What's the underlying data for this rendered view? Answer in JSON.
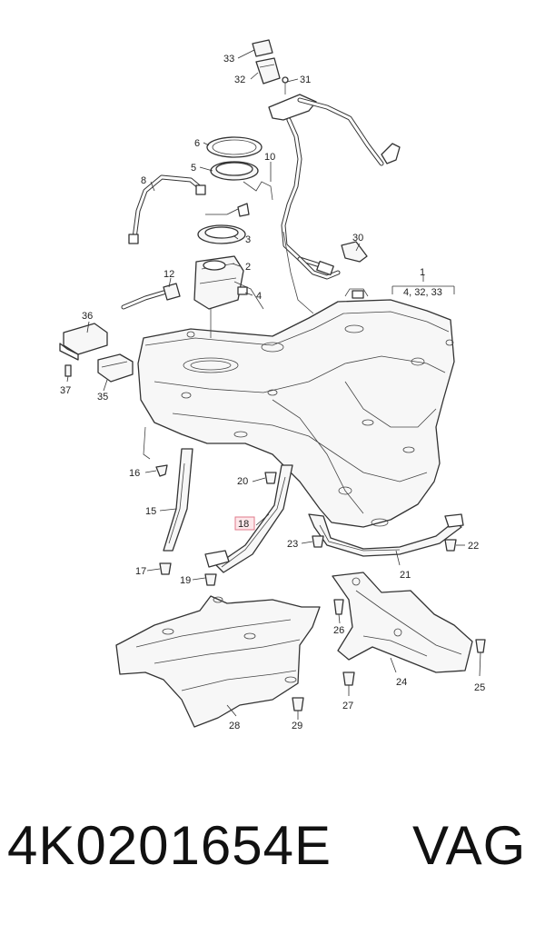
{
  "labels": {
    "l1": "1",
    "l1sub": "4, 32, 33",
    "l2": "2",
    "l3": "3",
    "l4": "4",
    "l5": "5",
    "l6": "6",
    "l8": "8",
    "l10": "10",
    "l12": "12",
    "l15": "15",
    "l16": "16",
    "l17": "17",
    "l18": "18",
    "l19": "19",
    "l20": "20",
    "l21": "21",
    "l22": "22",
    "l23": "23",
    "l24": "24",
    "l25": "25",
    "l26": "26",
    "l27": "27",
    "l28": "28",
    "l29": "29",
    "l30": "30",
    "l31": "31",
    "l32": "32",
    "l33": "33",
    "l35": "35",
    "l36": "36",
    "l37": "37"
  },
  "highlight_color": "#e07a8a",
  "caption": {
    "part_number": "4K0201654E",
    "brand": "VAG"
  }
}
